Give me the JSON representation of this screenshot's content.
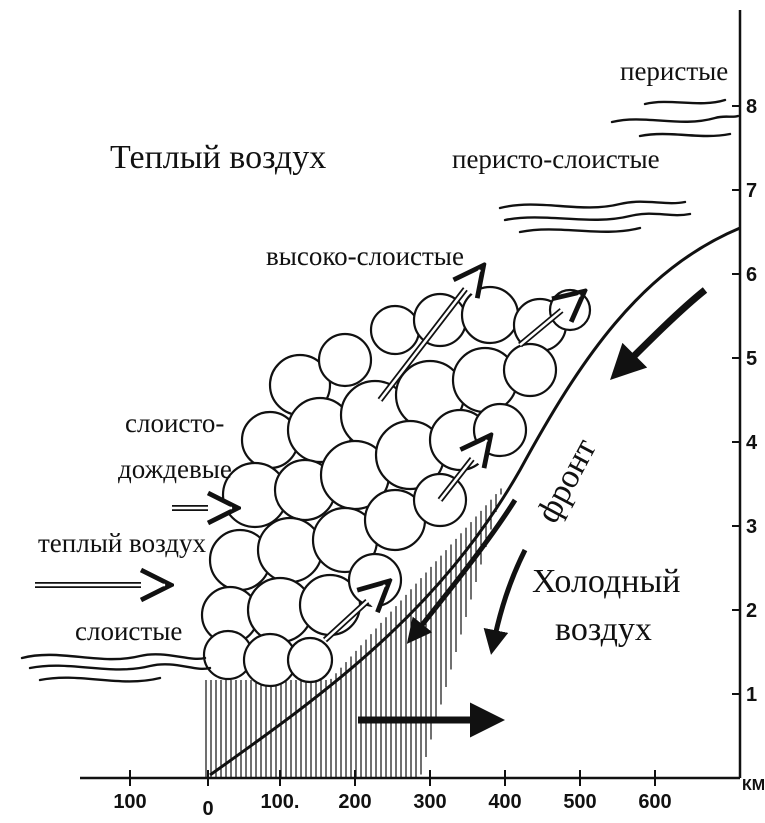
{
  "title_warm": "Теплый воздух",
  "labels": {
    "cirrus": "перистые",
    "cirrostratus": "перисто-слоистые",
    "altostratus": "высоко-слоистые",
    "nimbostratus_line1": "слоисто-",
    "nimbostratus_line2": "дождевые",
    "warm_air_inflow": "теплый воздух",
    "stratus": "слоистые",
    "front": "фронт",
    "cold_line1": "Холодный",
    "cold_line2": "воздух"
  },
  "x_axis": {
    "ticks": [
      "100",
      "0",
      "100.",
      "200",
      "300",
      "400",
      "500",
      "600"
    ],
    "unit": "КМ"
  },
  "y_axis": {
    "ticks": [
      "1",
      "2",
      "3",
      "4",
      "5",
      "6",
      "7",
      "8"
    ]
  },
  "colors": {
    "ink": "#111111",
    "paper": "#ffffff"
  }
}
